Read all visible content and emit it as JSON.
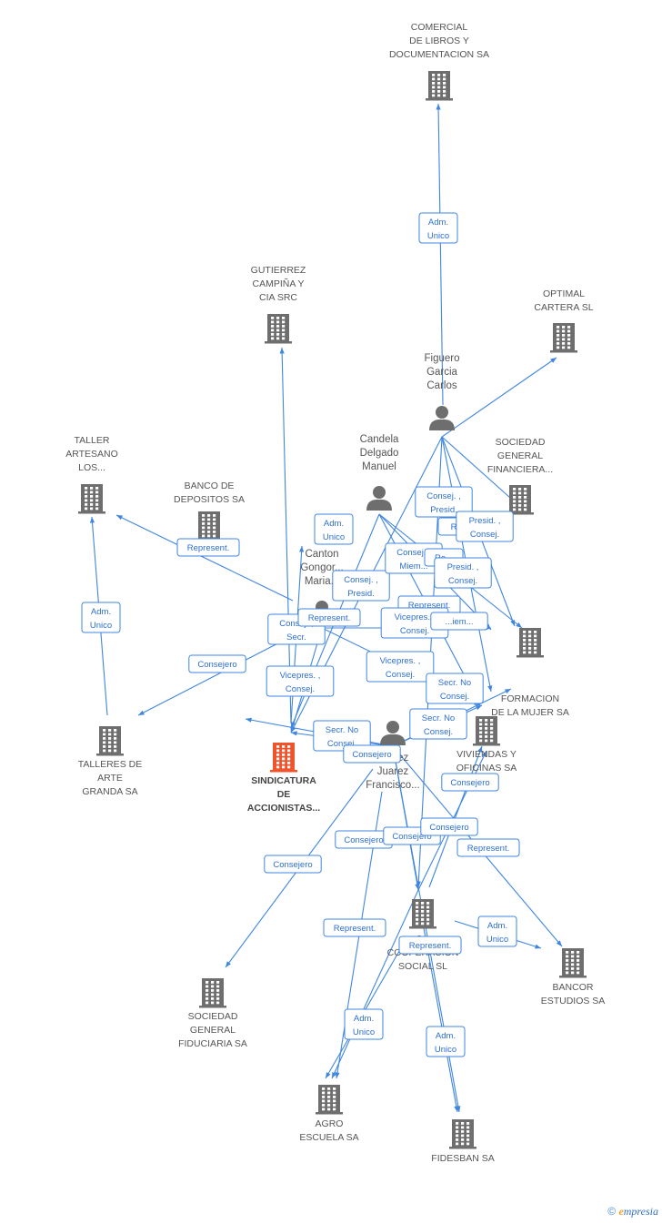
{
  "colors": {
    "edge": "#3f86e0",
    "company": "#6e6e6e",
    "company_main": "#f0542d",
    "person": "#6e6e6e"
  },
  "companies": [
    {
      "id": "comercial",
      "icon": "building-icon",
      "lines": [
        "COMERCIAL",
        "DE LIBROS Y",
        "DOCUMENTACION SA"
      ]
    },
    {
      "id": "gutierrez",
      "icon": "building-icon",
      "lines": [
        "GUTIERREZ",
        "CAMPIÑA Y",
        "CIA SRC"
      ]
    },
    {
      "id": "optimal",
      "icon": "building-icon",
      "lines": [
        "OPTIMAL",
        "CARTERA SL"
      ]
    },
    {
      "id": "taller",
      "icon": "building-icon",
      "lines": [
        "TALLER",
        "ARTESANO",
        "LOS..."
      ]
    },
    {
      "id": "banco",
      "icon": "building-icon",
      "lines": [
        "BANCO DE",
        "DEPOSITOS SA"
      ]
    },
    {
      "id": "sociedad_fin",
      "icon": "building-icon",
      "lines": [
        "SOCIEDAD",
        "GENERAL",
        "FINANCIERA..."
      ]
    },
    {
      "id": "formacion",
      "icon": "building-icon",
      "lines": [
        "FORMACION",
        "DE LA MUJER SA"
      ]
    },
    {
      "id": "viviendas",
      "icon": "building-icon",
      "lines": [
        "VIVIENDAS Y",
        "OFICINAS SA"
      ]
    },
    {
      "id": "talleres",
      "icon": "building-icon",
      "lines": [
        "TALLERES DE",
        "ARTE",
        "GRANDA SA"
      ]
    },
    {
      "id": "sindicatura",
      "icon": "building-icon",
      "main": true,
      "lines": [
        "SINDICATURA",
        "DE",
        "ACCIONISTAS..."
      ]
    },
    {
      "id": "coop",
      "icon": "building-icon",
      "lines": [
        "C...",
        "COOPERACION",
        "SOCIAL SL"
      ]
    },
    {
      "id": "bancor",
      "icon": "building-icon",
      "lines": [
        "BANCOR",
        "ESTUDIOS SA"
      ]
    },
    {
      "id": "soc_fid",
      "icon": "building-icon",
      "lines": [
        "SOCIEDAD",
        "GENERAL",
        "FIDUCIARIA SA"
      ]
    },
    {
      "id": "agro",
      "icon": "building-icon",
      "lines": [
        "AGRO",
        "ESCUELA SA"
      ]
    },
    {
      "id": "fidesban",
      "icon": "building-icon",
      "lines": [
        "FIDESBAN SA"
      ]
    }
  ],
  "persons": [
    {
      "id": "figuero",
      "icon": "person-icon",
      "lines": [
        "Figuero",
        "Garcia",
        "Carlos"
      ]
    },
    {
      "id": "candela",
      "icon": "person-icon",
      "lines": [
        "Candela",
        "Delgado",
        "Manuel"
      ]
    },
    {
      "id": "canton",
      "icon": "person-icon",
      "lines": [
        "Canton",
        "Gongor...",
        "Maria..."
      ]
    },
    {
      "id": "jimenez",
      "icon": "person-icon",
      "lines": [
        "...enez",
        "Juarez",
        "Francisco..."
      ]
    }
  ],
  "edge_labels": [
    {
      "id": "e1",
      "lines": [
        "Adm.",
        "Unico"
      ]
    },
    {
      "id": "e2",
      "lines": [
        "Adm.",
        "Unico"
      ]
    },
    {
      "id": "e3",
      "lines": [
        "Represent."
      ]
    },
    {
      "id": "e4",
      "lines": [
        "Adm.",
        "Unico"
      ]
    },
    {
      "id": "e5",
      "lines": [
        "Consej. ,",
        "Presid."
      ]
    },
    {
      "id": "e6",
      "lines": [
        "Consejero"
      ]
    },
    {
      "id": "e7",
      "lines": [
        "Consej. ,",
        "Presid."
      ]
    },
    {
      "id": "e8",
      "lines": [
        "R..."
      ]
    },
    {
      "id": "e9",
      "lines": [
        "Presid. ,",
        "Consej."
      ]
    },
    {
      "id": "e10",
      "lines": [
        "Consej. ,",
        "Miem..."
      ]
    },
    {
      "id": "e11",
      "lines": [
        "Re..."
      ]
    },
    {
      "id": "e12",
      "lines": [
        "Presid. ,",
        "Consej."
      ]
    },
    {
      "id": "e13",
      "lines": [
        "Represent."
      ]
    },
    {
      "id": "e14",
      "lines": [
        "Consej. ,",
        "Secr."
      ]
    },
    {
      "id": "e15",
      "lines": [
        "Represent."
      ]
    },
    {
      "id": "e16",
      "lines": [
        "Vicepres. ,",
        "Consej."
      ]
    },
    {
      "id": "e17",
      "lines": [
        "...iem..."
      ]
    },
    {
      "id": "e18",
      "lines": [
        "Vicepres. ,",
        "Consej."
      ]
    },
    {
      "id": "e19",
      "lines": [
        "Vicepres. ,",
        "Consej."
      ]
    },
    {
      "id": "e20",
      "lines": [
        "Secr.  No",
        "Consej."
      ]
    },
    {
      "id": "e21",
      "lines": [
        "Secr.  No",
        "Consej."
      ]
    },
    {
      "id": "e22",
      "lines": [
        "Secr.  No",
        "Consej."
      ]
    },
    {
      "id": "e23",
      "lines": [
        "Consejero"
      ]
    },
    {
      "id": "e24",
      "lines": [
        "Consejero"
      ]
    },
    {
      "id": "e25",
      "lines": [
        "Consejero"
      ]
    },
    {
      "id": "e26",
      "lines": [
        "Consejero"
      ]
    },
    {
      "id": "e27",
      "lines": [
        "Consejero"
      ]
    },
    {
      "id": "e28",
      "lines": [
        "Consejero"
      ]
    },
    {
      "id": "e29",
      "lines": [
        "Represent."
      ]
    },
    {
      "id": "e30",
      "lines": [
        "Represent."
      ]
    },
    {
      "id": "e31",
      "lines": [
        "Adm.",
        "Unico"
      ]
    },
    {
      "id": "e32",
      "lines": [
        "Represent."
      ]
    },
    {
      "id": "e33",
      "lines": [
        "Adm.",
        "Unico"
      ]
    },
    {
      "id": "e34",
      "lines": [
        "Adm.",
        "Unico"
      ]
    }
  ],
  "footer": {
    "copyright": "©",
    "brand_initial": "e",
    "brand_rest": "mpresia"
  }
}
